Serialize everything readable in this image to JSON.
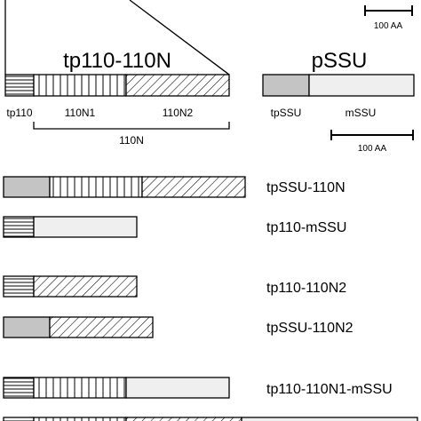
{
  "scale_bar_top": {
    "label": "100 AA"
  },
  "tp110_construct": {
    "title": "tp110-110N",
    "segments": [
      {
        "label": "tp110",
        "pattern": "horizontal-stripes"
      },
      {
        "label": "110N1",
        "pattern": "vertical-stripes"
      },
      {
        "label": "110N2",
        "pattern": "diagonal-hatch"
      }
    ],
    "bracket_label": "110N"
  },
  "pssu_construct": {
    "title": "pSSU",
    "segments": [
      {
        "label": "tpSSU",
        "pattern": "gray-fill"
      },
      {
        "label": "mSSU",
        "pattern": "light-gray-fill"
      }
    ]
  },
  "scale_bar_middle": {
    "label": "100 AA"
  },
  "chimeras": [
    {
      "name": "tpSSU-110N",
      "segments": [
        "tpSSU",
        "110N1",
        "110N2"
      ]
    },
    {
      "name": "tp110-mSSU",
      "segments": [
        "tp110",
        "mSSU"
      ]
    },
    {
      "name": "tp110-110N2",
      "segments": [
        "tp110",
        "110N2"
      ]
    },
    {
      "name": "tpSSU-110N2",
      "segments": [
        "tpSSU",
        "110N2"
      ]
    },
    {
      "name": "tp110-110N1-mSSU",
      "segments": [
        "tp110",
        "110N1",
        "mSSU"
      ]
    }
  ],
  "colors": {
    "outline": "#000000",
    "tpSSU_fill": "#c4c4c4",
    "mSSU_fill": "#efefef",
    "background": "#ffffff"
  }
}
